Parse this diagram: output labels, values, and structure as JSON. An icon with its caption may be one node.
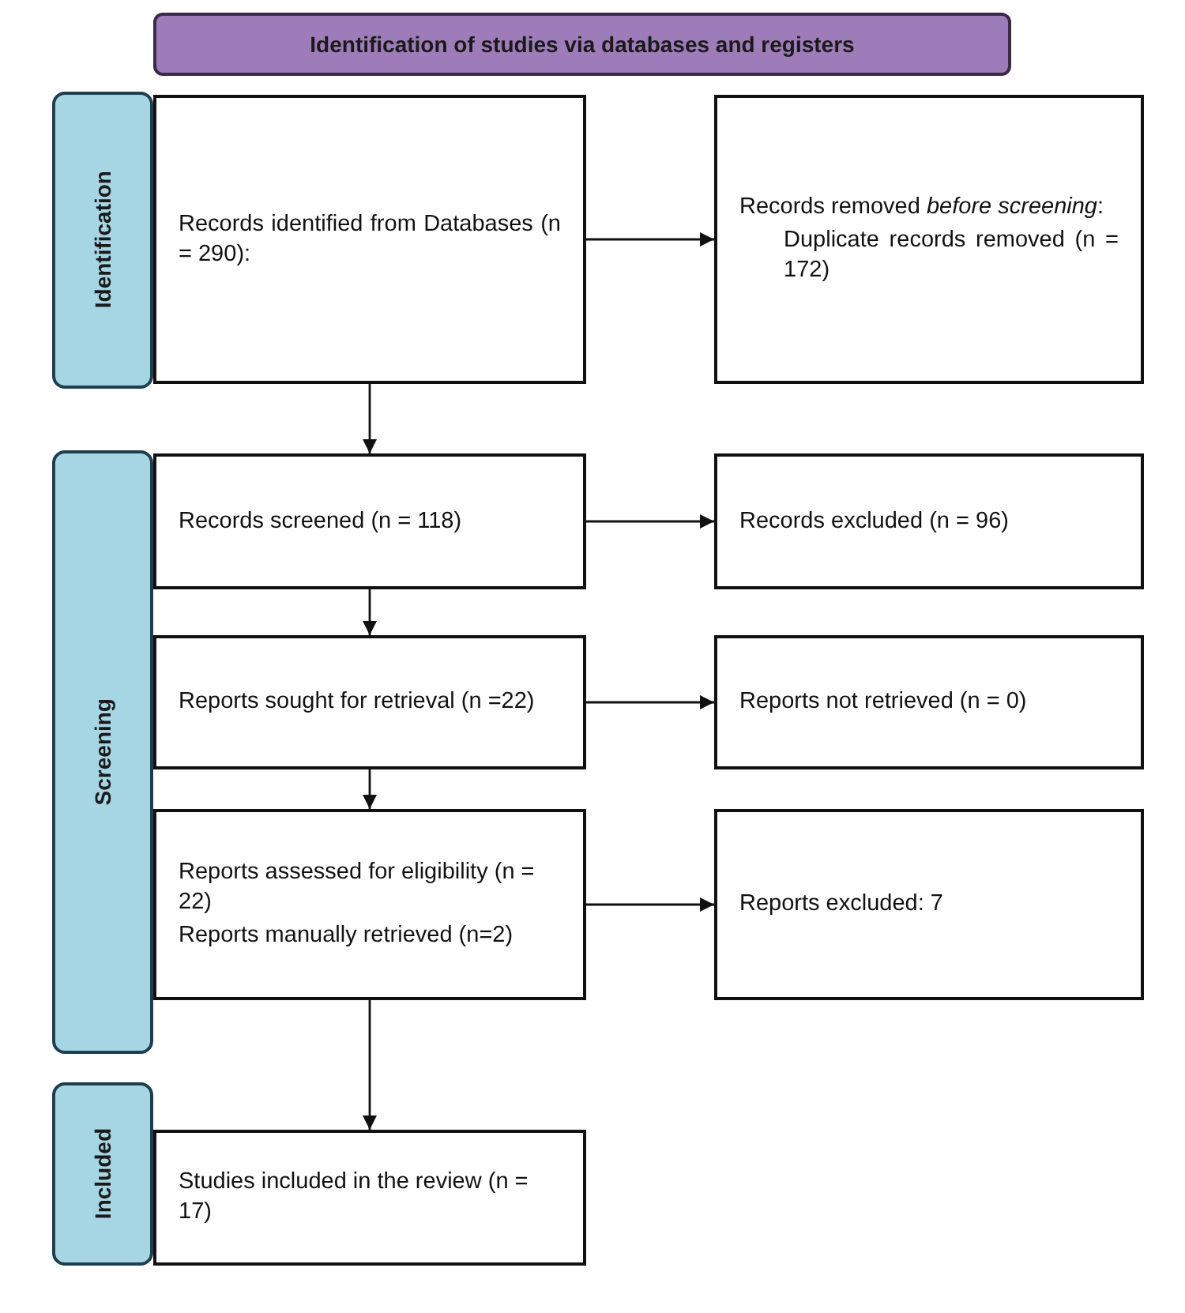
{
  "diagram": {
    "nodes": [
      {
        "text": [
          "Identification of studies via databases and registers"
        ]
      },
      {
        "text": [
          "Identification"
        ]
      },
      {
        "text": [
          "Screening"
        ]
      },
      {
        "text": [
          "Included"
        ]
      },
      {
        "text": [
          "Records identified from Databases (n = 290):"
        ]
      },
      {
        "text": [
          "Records removed *before screening*:",
          "Duplicate records removed (n = 172)"
        ]
      },
      {
        "text": [
          "Records screened (n = 118)"
        ]
      },
      {
        "text": [
          "Records excluded (n = 96)"
        ]
      },
      {
        "text": [
          "Reports sought for retrieval (n =22)"
        ]
      },
      {
        "text": [
          "Reports not retrieved (n = 0)"
        ]
      },
      {
        "text": [
          "Reports assessed for eligibility (n = 22)",
          "Reports manually retrieved (n=2)"
        ]
      },
      {
        "text": [
          "Reports excluded: 7"
        ]
      },
      {
        "text": [
          "Studies included in the review (n = 17)"
        ]
      }
    ],
    "edges": [
      {
        "from": 4,
        "to": 5,
        "arrow": "to"
      },
      {
        "from": 4,
        "to": 6,
        "arrow": "to"
      },
      {
        "from": 6,
        "to": 7,
        "arrow": "to"
      },
      {
        "from": 6,
        "to": 8,
        "arrow": "to"
      },
      {
        "from": 8,
        "to": 9,
        "arrow": "to"
      },
      {
        "from": 8,
        "to": 10,
        "arrow": "to"
      },
      {
        "from": 10,
        "to": 11,
        "arrow": "to"
      },
      {
        "from": 10,
        "to": 12,
        "arrow": "to"
      }
    ]
  }
}
